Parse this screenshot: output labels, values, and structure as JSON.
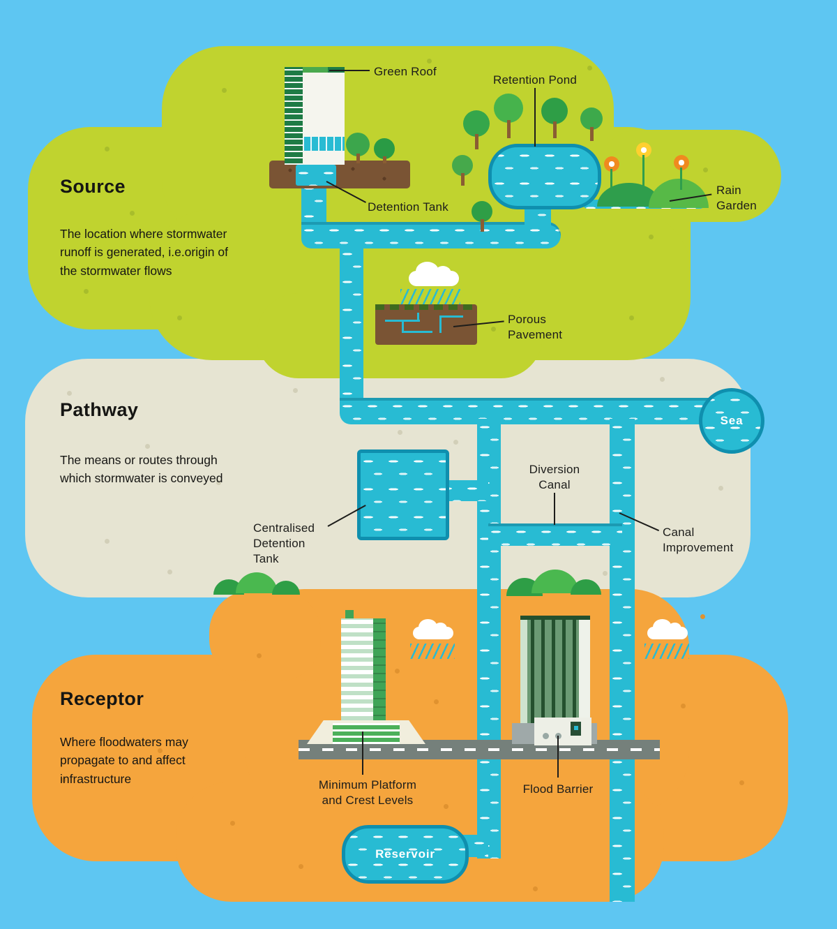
{
  "infographic": {
    "sections": {
      "source": {
        "title": "Source",
        "description": "The location where stormwater\nrunoff is generated, i.e.origin of\nthe stormwater flows"
      },
      "pathway": {
        "title": "Pathway",
        "description": "The means or routes through\nwhich stormwater is conveyed"
      },
      "receptor": {
        "title": "Receptor",
        "description": "Where floodwaters may\npropagate to and affect\ninfrastructure"
      }
    },
    "labels": {
      "green_roof": "Green Roof",
      "retention_pond": "Retention Pond",
      "detention_tank": "Detention Tank",
      "rain_garden": "Rain\nGarden",
      "porous_pavement": "Porous\nPavement",
      "sea": "Sea",
      "diversion_canal": "Diversion\nCanal",
      "centralised_detention_tank": "Centralised\nDetention\nTank",
      "canal_improvement": "Canal\nImprovement",
      "minimum_platform": "Minimum Platform\nand Crest Levels",
      "flood_barrier": "Flood Barrier",
      "reservoir": "Reservoir"
    },
    "colors": {
      "sky": "#5ec6f2",
      "source_green": "#c0d32f",
      "pathway_cream": "#e6e4d2",
      "receptor_orange": "#f5a53d",
      "water_teal": "#28bbd3",
      "water_rim": "#0f8fae",
      "text": "#1d1d1b"
    }
  }
}
